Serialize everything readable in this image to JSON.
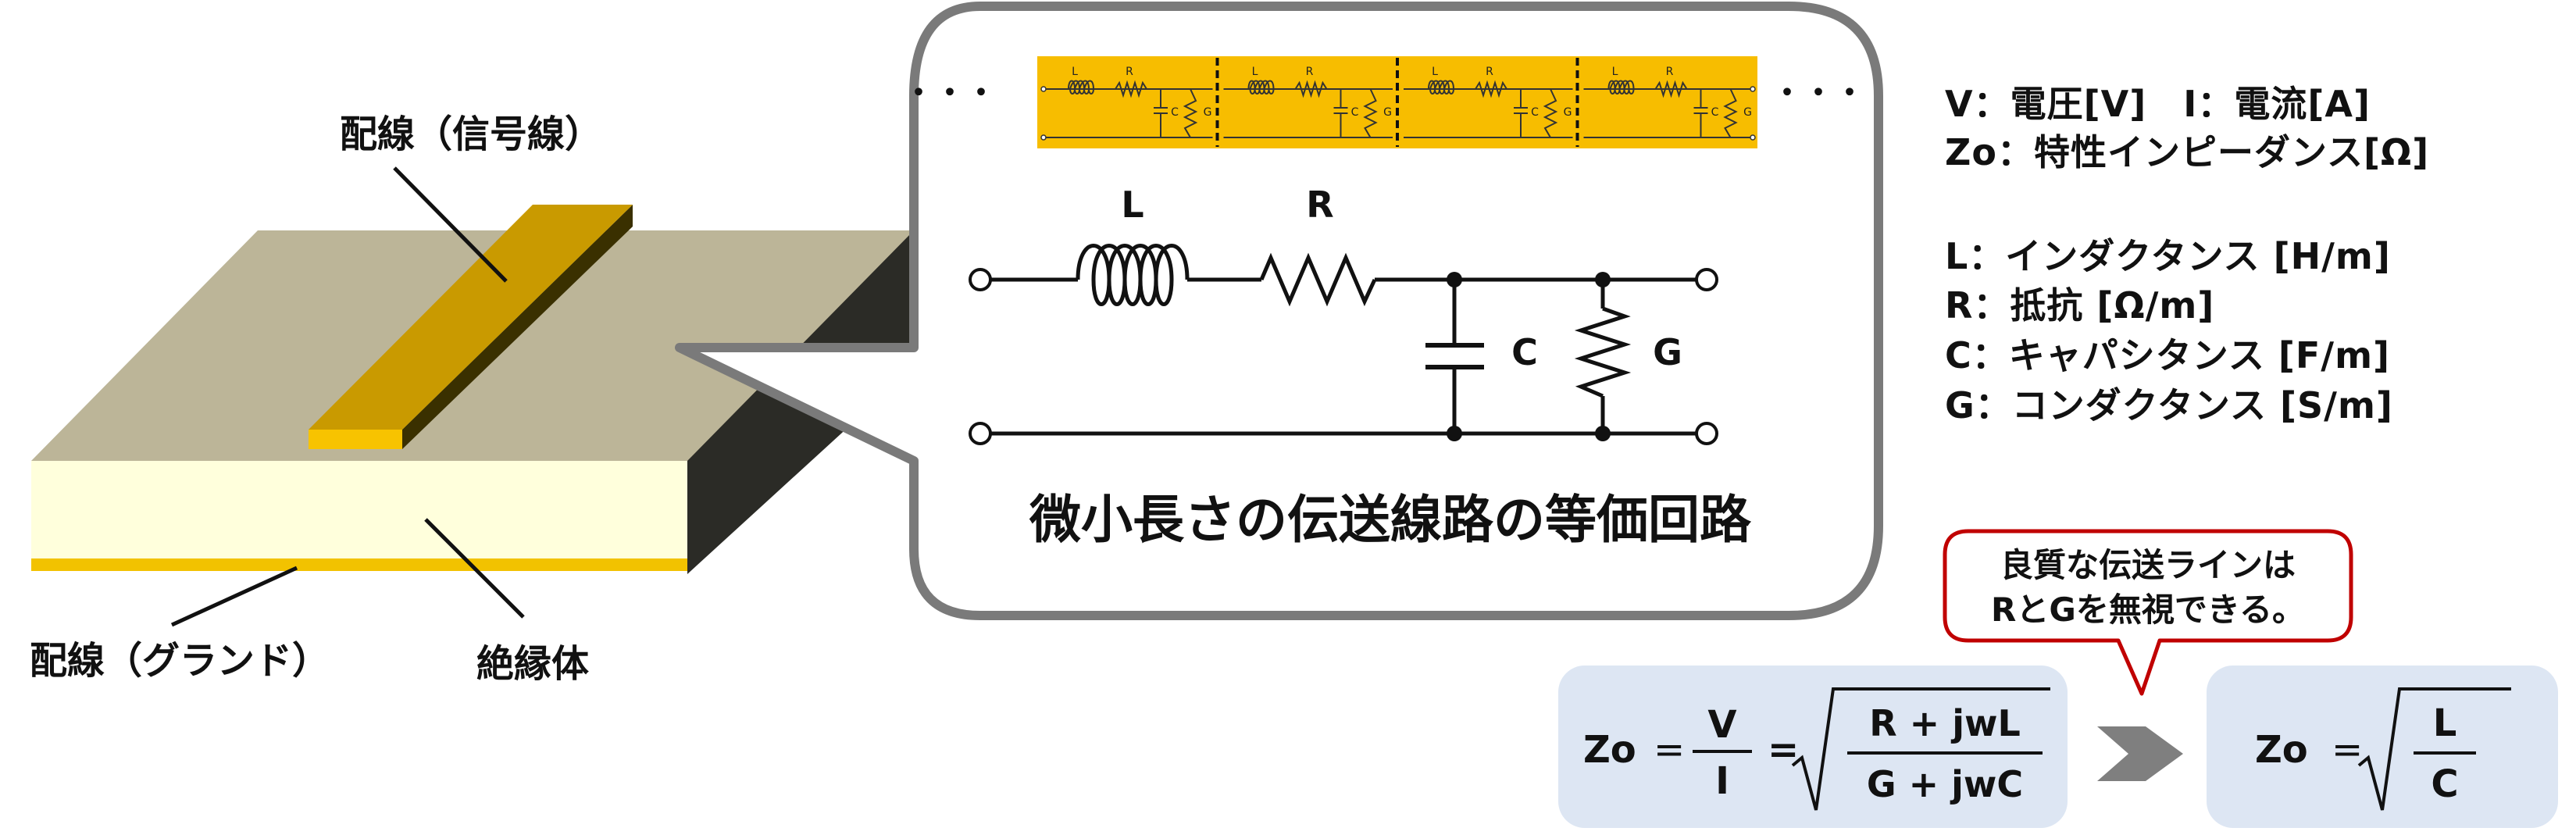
{
  "labels": {
    "signal_wire": "配線（信号線）",
    "ground_wire": "配線（グランド）",
    "insulator": "絶縁体",
    "callout_caption": "微小長さの伝送線路の等価回路",
    "ellipsis_left": "・・・",
    "ellipsis_right": "・・・"
  },
  "circuit": {
    "inductor_label": "L",
    "resistor_label": "R",
    "capacitor_label": "C",
    "conductance_label": "G",
    "strip_segment_labels": [
      "L",
      "R",
      "C",
      "G"
    ],
    "strip_color": "#f7bd00"
  },
  "legend": [
    "V：電圧[V]　I：電流[A]",
    "Zo：特性インピーダンス[Ω]",
    "L：インダクタンス [H/m]",
    "R：抵抗 [Ω/m]",
    "C：キャパシタンス [F/m]",
    "G：コンダクタンス [S/m]"
  ],
  "note": {
    "line1": "良質な伝送ラインは",
    "line2": "RとGを無視できる。",
    "border_color": "#c00000"
  },
  "formula_full": {
    "lhs": "Zo",
    "eq1": "=",
    "frac_num": "V",
    "frac_den": "I",
    "eq2": "=",
    "root_num": "R + jwL",
    "root_den": "G + jwC"
  },
  "formula_simple": {
    "lhs": "Zo",
    "eq": "=",
    "root_num": "L",
    "root_den": "C"
  },
  "colors": {
    "board_top": "#bcb598",
    "board_front": "#ffffdc",
    "board_side": "#2b2b26",
    "copper": "#c99a00",
    "copper_top": "#f1c400",
    "formula_bg": "#dde6f3",
    "arrow": "#7f7f7f"
  }
}
